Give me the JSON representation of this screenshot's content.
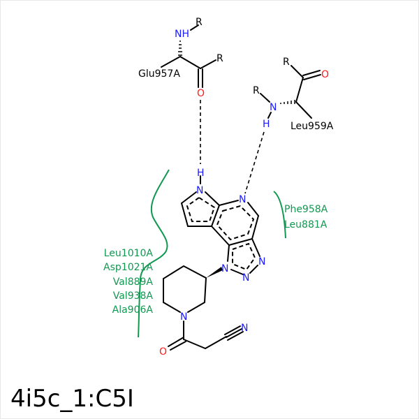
{
  "title": "4i5c_1:C5I",
  "residues": {
    "glu": {
      "label": "Glu957A",
      "nh": "NH",
      "r1": "R",
      "r2": "R",
      "o": "O"
    },
    "leu959": {
      "label": "Leu959A",
      "n": "N",
      "h": "H",
      "r1": "R",
      "r2": "R",
      "o": "O"
    }
  },
  "ligand_atoms": {
    "pyrrole_n": "N",
    "pyrrole_h": "H",
    "pyridine_n": "N",
    "triazole_n1": "N",
    "triazole_n2": "N",
    "triazole_n3": "N",
    "piperidine_n": "N",
    "carbonyl_o": "O",
    "nitrile_n": "N"
  },
  "hydrophobic_left": [
    "Leu1010A",
    "Asp1021A",
    "Val889A",
    "Val938A",
    "Ala906A"
  ],
  "hydrophobic_right": [
    "Phe958A",
    "Leu881A"
  ],
  "colors": {
    "nitrogen": "#1a1aff",
    "oxygen": "#ff1a1a",
    "hydrophobic": "#109850"
  }
}
